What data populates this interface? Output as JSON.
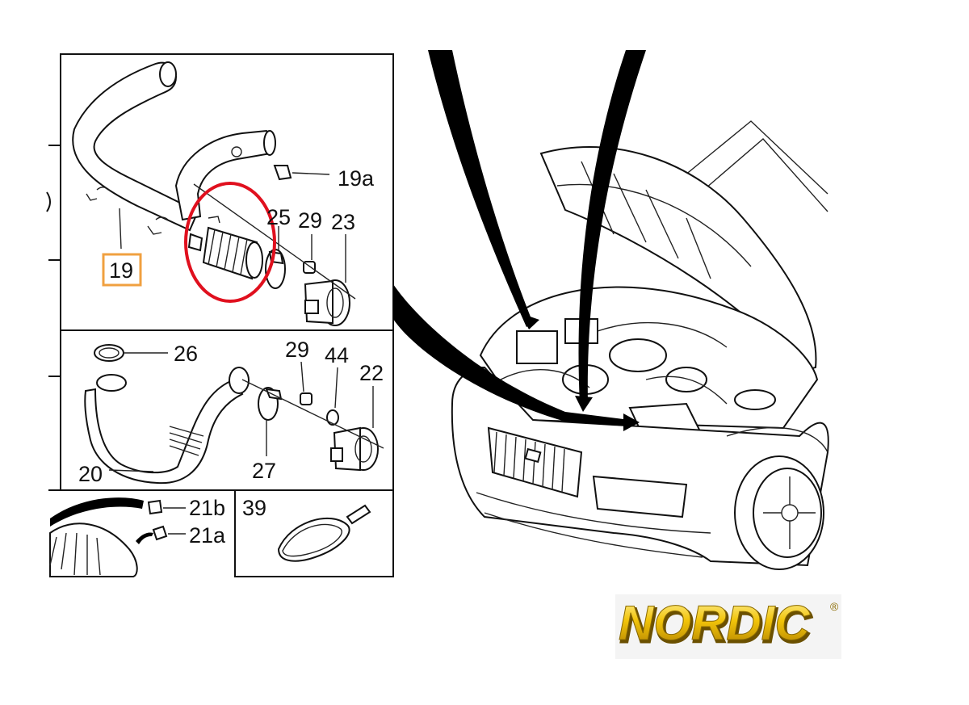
{
  "callouts": {
    "c19a": "19a",
    "c25": "25",
    "c29_top": "29",
    "c23": "23",
    "c19": "19",
    "c26": "26",
    "c29_mid": "29",
    "c44": "44",
    "c22": "22",
    "c20": "20",
    "c27": "27",
    "c21b": "21b",
    "c21a": "21a",
    "c39": "39"
  },
  "logo": {
    "text": "NORDIC",
    "trademark": "®"
  },
  "colors": {
    "highlight_circle": "#e0101e",
    "highlight_box": "#f0a040",
    "logo_gold": "#f2c40a",
    "line": "#111111"
  }
}
